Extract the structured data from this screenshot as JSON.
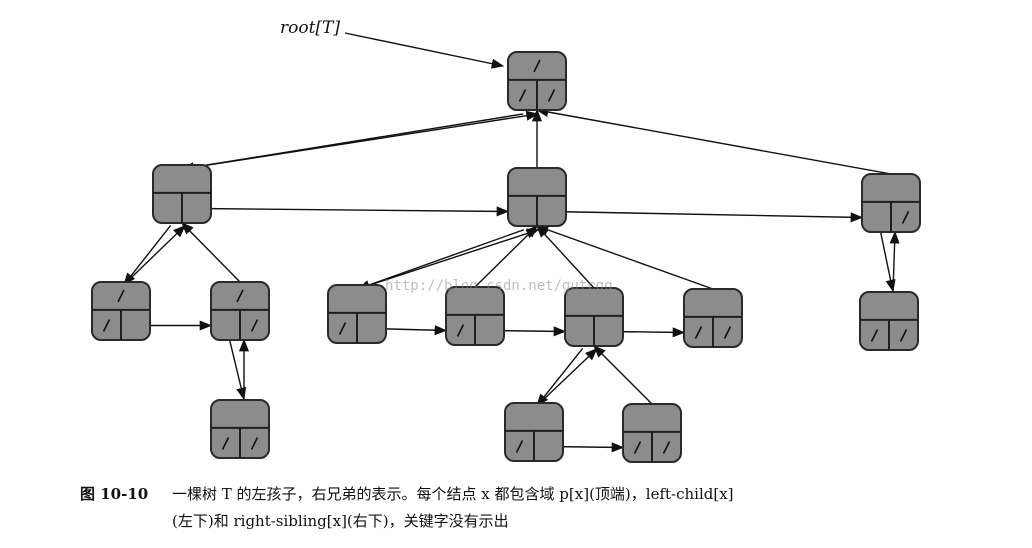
{
  "root_label": "root[T]",
  "watermark": "http://blog.csdn.net/gutcgq",
  "caption": {
    "figure_number": "图 10-10",
    "line1": "一棵树 T 的左孩子，右兄弟的表示。每个结点 x 都包含域 p[x](顶端)，left-child[x]",
    "line2": "(左下)和 right-sibling[x](右下)，关键字没有示出"
  },
  "tree": {
    "nodes": [
      {
        "id": "root",
        "top_slash": true,
        "left_slash": true,
        "right_slash": true
      },
      {
        "id": "a",
        "top_slash": false,
        "left_slash": false,
        "right_slash": false
      },
      {
        "id": "b",
        "top_slash": false,
        "left_slash": false,
        "right_slash": false
      },
      {
        "id": "c",
        "top_slash": false,
        "left_slash": false,
        "right_slash": true
      },
      {
        "id": "a1",
        "top_slash": true,
        "left_slash": true,
        "right_slash": false
      },
      {
        "id": "a2",
        "top_slash": true,
        "left_slash": false,
        "right_slash": true
      },
      {
        "id": "a2c",
        "top_slash": false,
        "left_slash": true,
        "right_slash": true
      },
      {
        "id": "b1",
        "top_slash": false,
        "left_slash": true,
        "right_slash": false
      },
      {
        "id": "b2",
        "top_slash": false,
        "left_slash": true,
        "right_slash": false
      },
      {
        "id": "b3",
        "top_slash": false,
        "left_slash": false,
        "right_slash": false
      },
      {
        "id": "b4",
        "top_slash": false,
        "left_slash": true,
        "right_slash": true
      },
      {
        "id": "b3l",
        "top_slash": false,
        "left_slash": true,
        "right_slash": false
      },
      {
        "id": "b3r",
        "top_slash": false,
        "left_slash": true,
        "right_slash": true
      },
      {
        "id": "c1",
        "top_slash": false,
        "left_slash": true,
        "right_slash": true
      }
    ],
    "edges": [
      {
        "from": "a",
        "to": "root",
        "kind": "parent"
      },
      {
        "from": "root",
        "to": "a",
        "kind": "left-child"
      },
      {
        "from": "b",
        "to": "root",
        "kind": "parent"
      },
      {
        "from": "c",
        "to": "root",
        "kind": "parent"
      },
      {
        "from": "a",
        "to": "b",
        "kind": "right-sibling"
      },
      {
        "from": "b",
        "to": "c",
        "kind": "right-sibling"
      },
      {
        "from": "a",
        "to": "a1",
        "kind": "left-child"
      },
      {
        "from": "a1",
        "to": "a",
        "kind": "parent"
      },
      {
        "from": "a2",
        "to": "a",
        "kind": "parent"
      },
      {
        "from": "a1",
        "to": "a2",
        "kind": "right-sibling"
      },
      {
        "from": "a2",
        "to": "a2c",
        "kind": "left-child"
      },
      {
        "from": "a2c",
        "to": "a2",
        "kind": "parent"
      },
      {
        "from": "b",
        "to": "b1",
        "kind": "left-child"
      },
      {
        "from": "b1",
        "to": "b",
        "kind": "parent"
      },
      {
        "from": "b2",
        "to": "b",
        "kind": "parent"
      },
      {
        "from": "b3",
        "to": "b",
        "kind": "parent"
      },
      {
        "from": "b4",
        "to": "b",
        "kind": "parent"
      },
      {
        "from": "b1",
        "to": "b2",
        "kind": "right-sibling"
      },
      {
        "from": "b2",
        "to": "b3",
        "kind": "right-sibling"
      },
      {
        "from": "b3",
        "to": "b4",
        "kind": "right-sibling"
      },
      {
        "from": "b3",
        "to": "b3l",
        "kind": "left-child"
      },
      {
        "from": "b3l",
        "to": "b3",
        "kind": "parent"
      },
      {
        "from": "b3r",
        "to": "b3",
        "kind": "parent"
      },
      {
        "from": "b3l",
        "to": "b3r",
        "kind": "right-sibling"
      },
      {
        "from": "c",
        "to": "c1",
        "kind": "left-child"
      },
      {
        "from": "c1",
        "to": "c",
        "kind": "parent"
      }
    ]
  }
}
